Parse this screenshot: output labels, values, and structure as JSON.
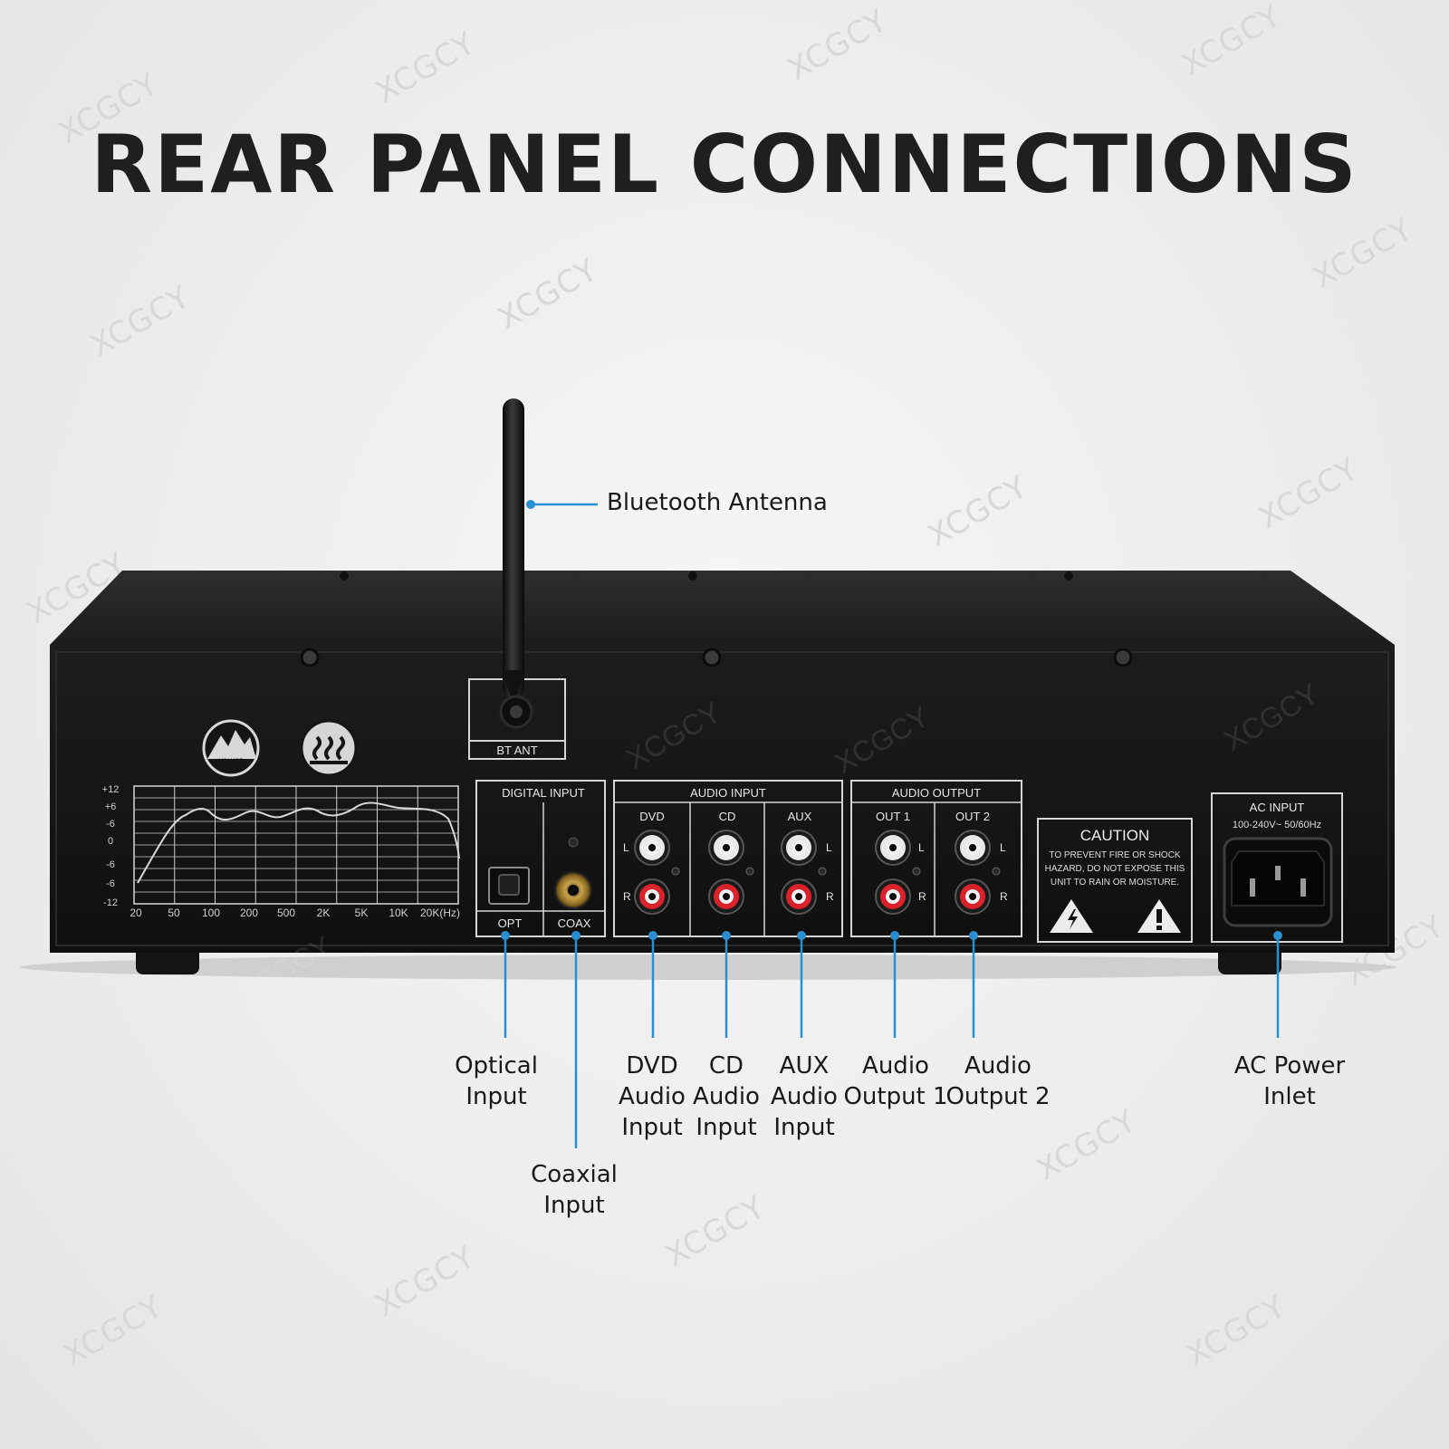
{
  "title": "REAR PANEL CONNECTIONS",
  "watermark": "XCGCY",
  "colors": {
    "accent": "#2a8fd0",
    "panel": "#161616",
    "label": "#e6e6e6"
  },
  "panel": {
    "brand_logo_text": "MCAMOR",
    "bt_ant": "BT ANT",
    "digital_input": {
      "title": "DIGITAL INPUT",
      "opt": "OPT",
      "coax": "COAX"
    },
    "audio_input": {
      "title": "AUDIO INPUT",
      "channels": [
        "DVD",
        "CD",
        "AUX"
      ]
    },
    "audio_output": {
      "title": "AUDIO OUTPUT",
      "channels": [
        "OUT 1",
        "OUT 2"
      ]
    },
    "lr": {
      "left": "L",
      "right": "R"
    },
    "caution": {
      "title": "CAUTION",
      "line1": "TO PREVENT FIRE OR SHOCK",
      "line2": "HAZARD, DO NOT EXPOSE THIS",
      "line3": "UNIT TO RAIN OR MOISTURE."
    },
    "ac_input": {
      "title": "AC INPUT",
      "spec": "100-240V~ 50/60Hz"
    },
    "eq_graph": {
      "y_labels": [
        "+12",
        "+6",
        "-6",
        "0",
        "-6",
        "-6",
        "-12"
      ],
      "x_labels": [
        "20",
        "50",
        "100",
        "200",
        "500",
        "2K",
        "5K",
        "10K",
        "20K(Hz)"
      ]
    }
  },
  "callouts": {
    "bluetooth_antenna": "Bluetooth Antenna",
    "optical_input": "Optical\nInput",
    "coaxial_input": "Coaxial\nInput",
    "dvd_audio_input": "DVD\nAudio\nInput",
    "cd_audio_input": "CD\nAudio\nInput",
    "aux_audio_input": "AUX\nAudio\nInput",
    "audio_output_1": "Audio\nOutput 1",
    "audio_output_2": "Audio\nOutput 2",
    "ac_power_inlet": "AC Power\nInlet"
  }
}
